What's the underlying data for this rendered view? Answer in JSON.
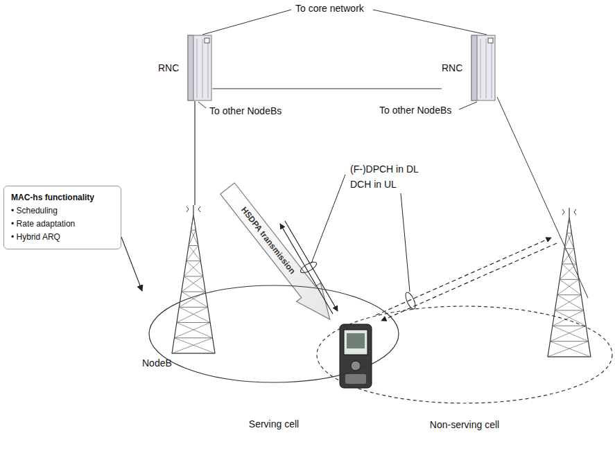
{
  "diagram": {
    "nodes": [
      {
        "text": [
          "RNC"
        ]
      },
      {
        "text": [
          "RNC"
        ]
      },
      {
        "text": [
          "MAC-hs functionality",
          "• Scheduling",
          "• Rate adaptation",
          "• Hybrid ARQ"
        ]
      },
      {
        "text": [
          "NodeB"
        ]
      },
      {
        "text": [
          "Serving cell"
        ]
      },
      {
        "text": [
          "Non-serving cell"
        ]
      }
    ],
    "edges": [
      {
        "from": 0,
        "to": 1,
        "arrow": "none"
      },
      {
        "from": 0,
        "to": 3,
        "arrow": "none"
      },
      {
        "from": 2,
        "to": 3,
        "arrow": "to"
      }
    ],
    "labels": [
      "To core network",
      "To other NodeBs",
      "To other NodeBs",
      "(F-)DPCH in DL",
      "DCH in UL",
      "HSDPA transmission"
    ]
  }
}
